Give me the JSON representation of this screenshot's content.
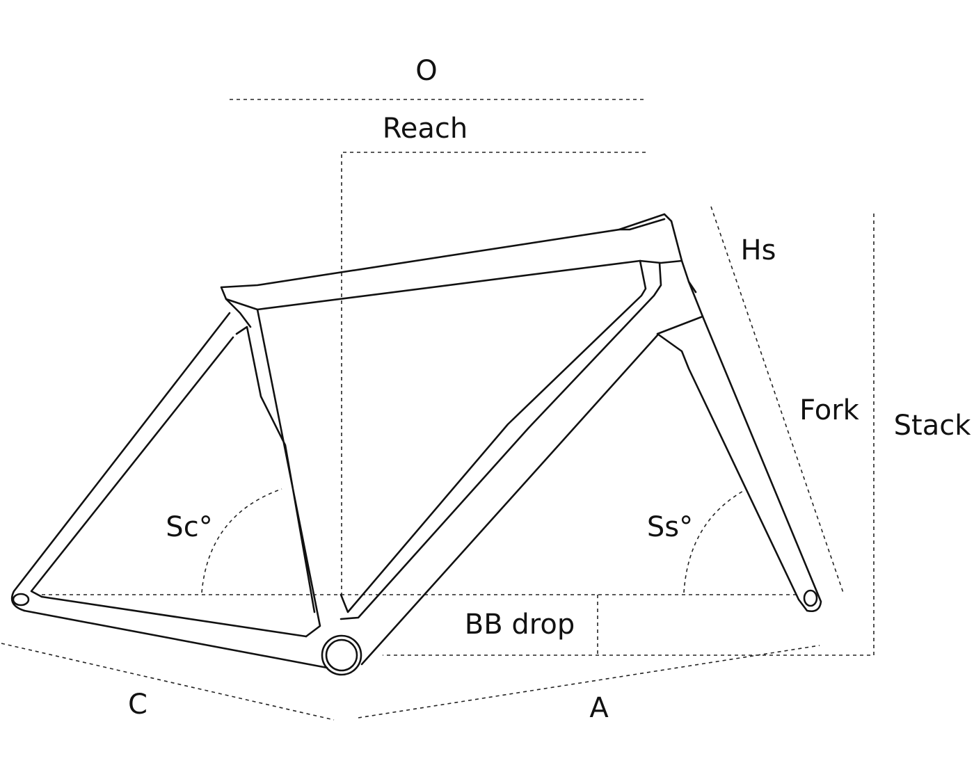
{
  "diagram": {
    "labels": {
      "o": "O",
      "reach": "Reach",
      "hs": "Hs",
      "fork": "Fork",
      "stack": "Stack",
      "sc": "Sc°",
      "ss": "Ss°",
      "bb_drop": "BB drop",
      "c": "C",
      "a": "A"
    },
    "line_color": "#111111",
    "background": "#ffffff"
  }
}
